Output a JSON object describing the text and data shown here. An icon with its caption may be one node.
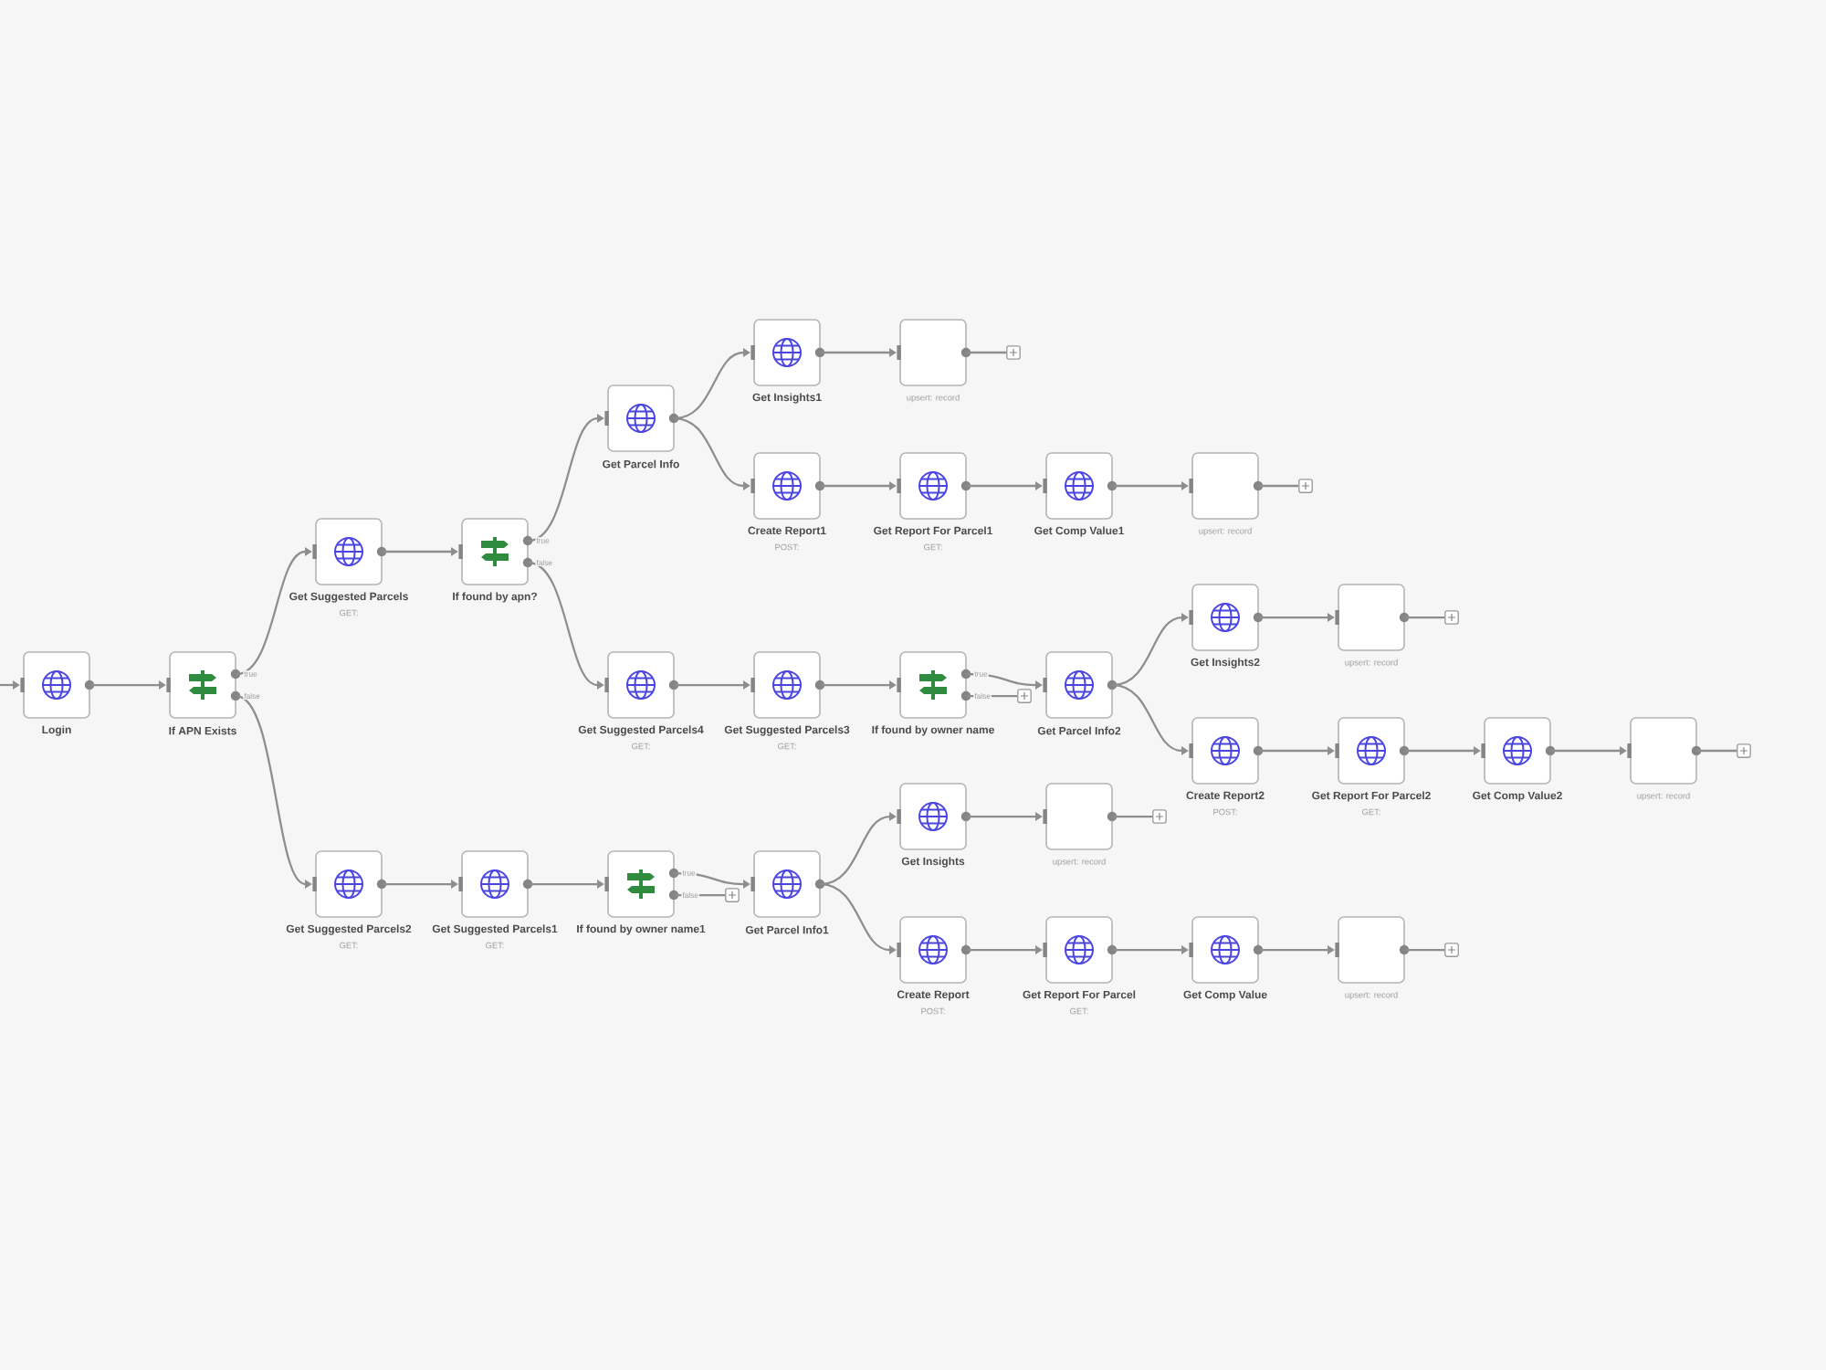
{
  "diagram": {
    "nodes": [
      {
        "text": [
          "Login"
        ]
      },
      {
        "text": [
          "If APN Exists"
        ]
      },
      {
        "text": [
          "Get Suggested Parcels",
          "GET:"
        ]
      },
      {
        "text": [
          "If found by apn?"
        ]
      },
      {
        "text": [
          "Get Parcel Info"
        ]
      },
      {
        "text": [
          "Get Insights1"
        ]
      },
      {
        "text": [
          "upsert: record"
        ]
      },
      {
        "text": [],
        "shape": "box"
      },
      {
        "text": [
          "Create Report1",
          "POST:"
        ]
      },
      {
        "text": [
          "Get Report For Parcel1",
          "GET:"
        ]
      },
      {
        "text": [
          "Get Comp Value1"
        ]
      },
      {
        "text": [
          "upsert: record"
        ]
      },
      {
        "text": [],
        "shape": "box"
      },
      {
        "text": [
          "Get Suggested Parcels4",
          "GET:"
        ]
      },
      {
        "text": [
          "Get Suggested Parcels3",
          "GET:"
        ]
      },
      {
        "text": [
          "If found by owner name"
        ]
      },
      {
        "text": [],
        "shape": "box"
      },
      {
        "text": [
          "Get Parcel Info2"
        ]
      },
      {
        "text": [
          "Get Insights2"
        ]
      },
      {
        "text": [
          "upsert: record"
        ]
      },
      {
        "text": [],
        "shape": "box"
      },
      {
        "text": [
          "Create Report2",
          "POST:"
        ]
      },
      {
        "text": [
          "Get Report For Parcel2",
          "GET:"
        ]
      },
      {
        "text": [
          "Get Comp Value2"
        ]
      },
      {
        "text": [
          "upsert: record"
        ]
      },
      {
        "text": [],
        "shape": "box"
      },
      {
        "text": [
          "Get Suggested Parcels2",
          "GET:"
        ]
      },
      {
        "text": [
          "Get Suggested Parcels1",
          "GET:"
        ]
      },
      {
        "text": [
          "If found by owner name1"
        ]
      },
      {
        "text": [],
        "shape": "box"
      },
      {
        "text": [
          "Get Parcel Info1"
        ]
      },
      {
        "text": [
          "Get Insights"
        ]
      },
      {
        "text": [
          "upsert: record"
        ]
      },
      {
        "text": [],
        "shape": "box"
      },
      {
        "text": [
          "Create Report",
          "POST:"
        ]
      },
      {
        "text": [
          "Get Report For Parcel",
          "GET:"
        ]
      },
      {
        "text": [
          "Get Comp Value"
        ]
      },
      {
        "text": [
          "upsert: record"
        ]
      },
      {
        "text": [],
        "shape": "box"
      }
    ],
    "edges": [
      {
        "from": null,
        "to": 0,
        "arrow": "to"
      },
      {
        "from": 0,
        "to": 1,
        "arrow": "to"
      },
      {
        "from": 1,
        "to": 2,
        "arrow": "to",
        "label": "true"
      },
      {
        "from": 1,
        "to": 26,
        "arrow": "to",
        "label": "false"
      },
      {
        "from": 2,
        "to": 3,
        "arrow": "to"
      },
      {
        "from": 3,
        "to": 4,
        "arrow": "to",
        "label": "true"
      },
      {
        "from": 3,
        "to": 13,
        "arrow": "to",
        "label": "false"
      },
      {
        "from": 4,
        "to": 5,
        "arrow": "to"
      },
      {
        "from": 4,
        "to": 8,
        "arrow": "to"
      },
      {
        "from": 5,
        "to": 6,
        "arrow": "to"
      },
      {
        "from": 6,
        "to": 7,
        "arrow": "none"
      },
      {
        "from": 8,
        "to": 9,
        "arrow": "to"
      },
      {
        "from": 9,
        "to": 10,
        "arrow": "to"
      },
      {
        "from": 10,
        "to": 11,
        "arrow": "to"
      },
      {
        "from": 11,
        "to": 12,
        "arrow": "none"
      },
      {
        "from": 13,
        "to": 14,
        "arrow": "to"
      },
      {
        "from": 14,
        "to": 15,
        "arrow": "to"
      },
      {
        "from": 15,
        "to": 17,
        "arrow": "to",
        "label": "true"
      },
      {
        "from": 15,
        "to": 16,
        "arrow": "none",
        "label": "false"
      },
      {
        "from": 17,
        "to": 18,
        "arrow": "to"
      },
      {
        "from": 17,
        "to": 21,
        "arrow": "to"
      },
      {
        "from": 18,
        "to": 19,
        "arrow": "to"
      },
      {
        "from": 19,
        "to": 20,
        "arrow": "none"
      },
      {
        "from": 21,
        "to": 22,
        "arrow": "to"
      },
      {
        "from": 22,
        "to": 23,
        "arrow": "to"
      },
      {
        "from": 23,
        "to": 24,
        "arrow": "to"
      },
      {
        "from": 24,
        "to": 25,
        "arrow": "none"
      },
      {
        "from": 26,
        "to": 27,
        "arrow": "to"
      },
      {
        "from": 27,
        "to": 28,
        "arrow": "to"
      },
      {
        "from": 28,
        "to": 30,
        "arrow": "to",
        "label": "true"
      },
      {
        "from": 28,
        "to": 29,
        "arrow": "none",
        "label": "false"
      },
      {
        "from": 30,
        "to": 31,
        "arrow": "to"
      },
      {
        "from": 30,
        "to": 34,
        "arrow": "to"
      },
      {
        "from": 31,
        "to": 32,
        "arrow": "to"
      },
      {
        "from": 32,
        "to": 33,
        "arrow": "none"
      },
      {
        "from": 34,
        "to": 35,
        "arrow": "to"
      },
      {
        "from": 35,
        "to": 36,
        "arrow": "to"
      },
      {
        "from": 36,
        "to": 37,
        "arrow": "to"
      },
      {
        "from": 37,
        "to": 38,
        "arrow": "none"
      }
    ]
  }
}
